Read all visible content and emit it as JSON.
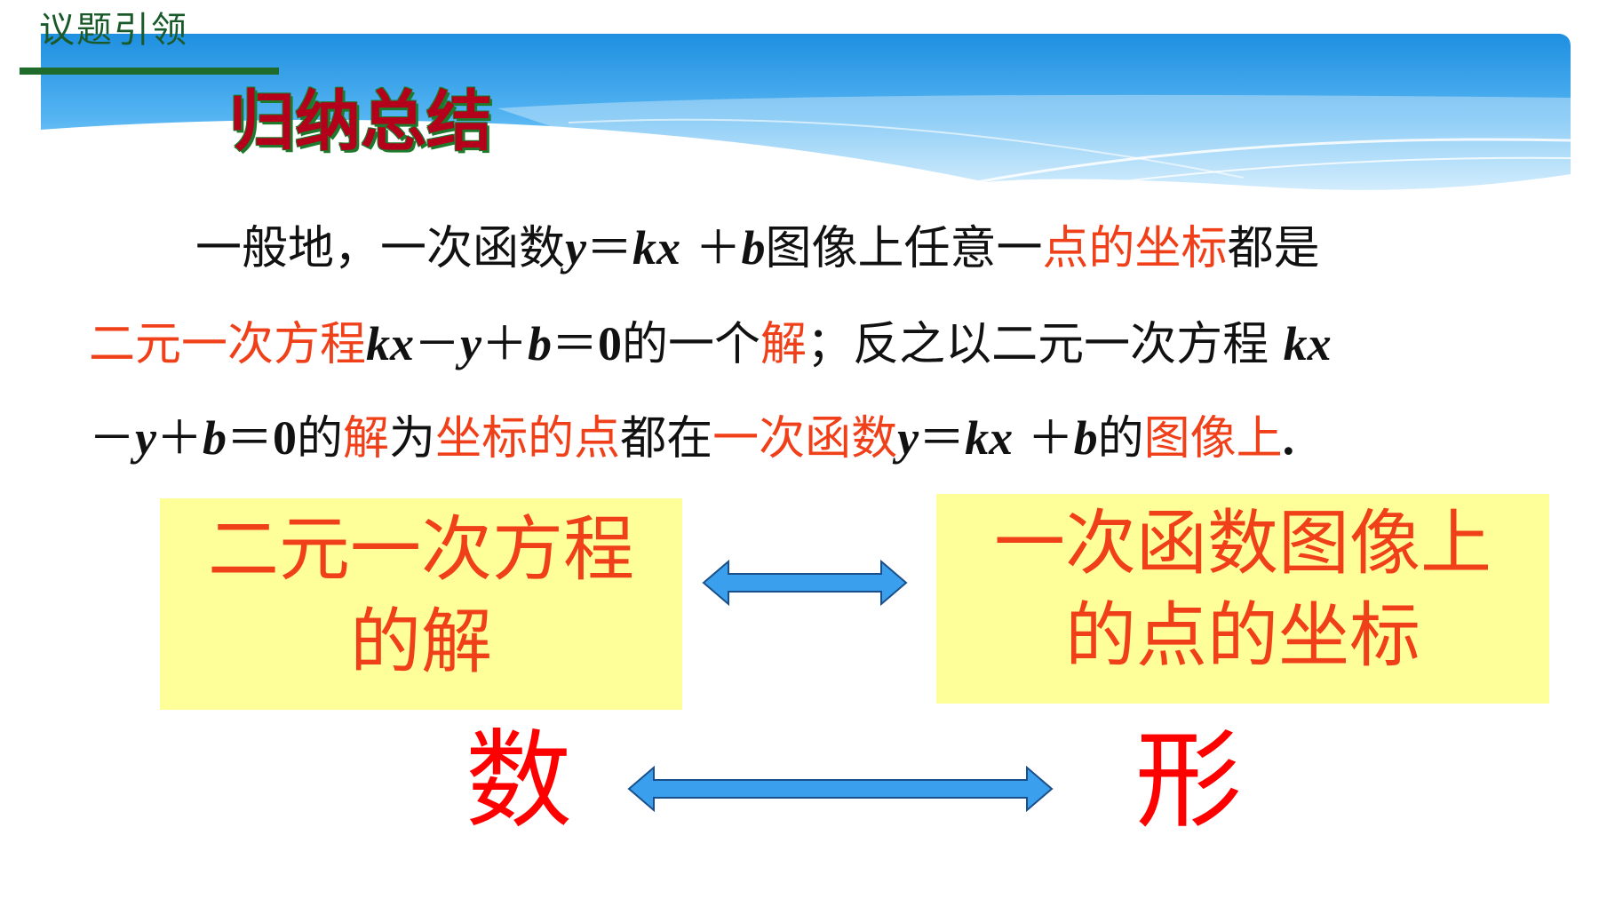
{
  "header": {
    "section_tag": "议题引领",
    "title": "归纳总结"
  },
  "summary": {
    "line1": [
      {
        "t": "一般地，一次函数",
        "style": "plain"
      },
      {
        "t": "y",
        "style": "math"
      },
      {
        "t": "＝",
        "style": "plain"
      },
      {
        "t": "kx",
        "style": "math"
      },
      {
        "t": " ＋",
        "style": "plain"
      },
      {
        "t": "b",
        "style": "math"
      },
      {
        "t": "图像上任意一",
        "style": "plain"
      },
      {
        "t": "点的坐标",
        "style": "red"
      },
      {
        "t": "都是",
        "style": "plain"
      }
    ],
    "line2": [
      {
        "t": "二元一次方程",
        "style": "red"
      },
      {
        "t": "kx",
        "style": "math"
      },
      {
        "t": "－",
        "style": "plain"
      },
      {
        "t": "y",
        "style": "math"
      },
      {
        "t": "＋",
        "style": "plain"
      },
      {
        "t": "b",
        "style": "math"
      },
      {
        "t": "＝",
        "style": "plain"
      },
      {
        "t": "0",
        "style": "num"
      },
      {
        "t": "的一个",
        "style": "plain"
      },
      {
        "t": "解",
        "style": "red"
      },
      {
        "t": "；反之以二元一次方程 ",
        "style": "plain"
      },
      {
        "t": "kx",
        "style": "math"
      }
    ],
    "line3": [
      {
        "t": "－",
        "style": "plain"
      },
      {
        "t": "y",
        "style": "math"
      },
      {
        "t": "＋",
        "style": "plain"
      },
      {
        "t": "b",
        "style": "math"
      },
      {
        "t": "＝",
        "style": "plain"
      },
      {
        "t": "0",
        "style": "num"
      },
      {
        "t": "的",
        "style": "plain"
      },
      {
        "t": "解",
        "style": "red"
      },
      {
        "t": "为",
        "style": "plain"
      },
      {
        "t": "坐标的点",
        "style": "red"
      },
      {
        "t": "都在",
        "style": "plain"
      },
      {
        "t": "一次函数",
        "style": "red"
      },
      {
        "t": "y",
        "style": "math"
      },
      {
        "t": "＝",
        "style": "plain"
      },
      {
        "t": "kx",
        "style": "math"
      },
      {
        "t": " ＋",
        "style": "plain"
      },
      {
        "t": "b",
        "style": "math"
      },
      {
        "t": "的",
        "style": "plain"
      },
      {
        "t": "图像上",
        "style": "red"
      },
      {
        "t": ".",
        "style": "num"
      }
    ]
  },
  "boxes": {
    "left_line1": "二元一次方程",
    "left_line2": "的解",
    "right_line1": "一次函数图像上",
    "right_line2": "的点的坐标"
  },
  "bottom": {
    "left_char": "数",
    "right_char": "形"
  },
  "colors": {
    "accent_red": "#f0401a",
    "big_red": "#ff0000",
    "box_fill": "#ffff99",
    "arrow_fill": "#3aa0ee",
    "title_green": "#1d7a2c"
  }
}
